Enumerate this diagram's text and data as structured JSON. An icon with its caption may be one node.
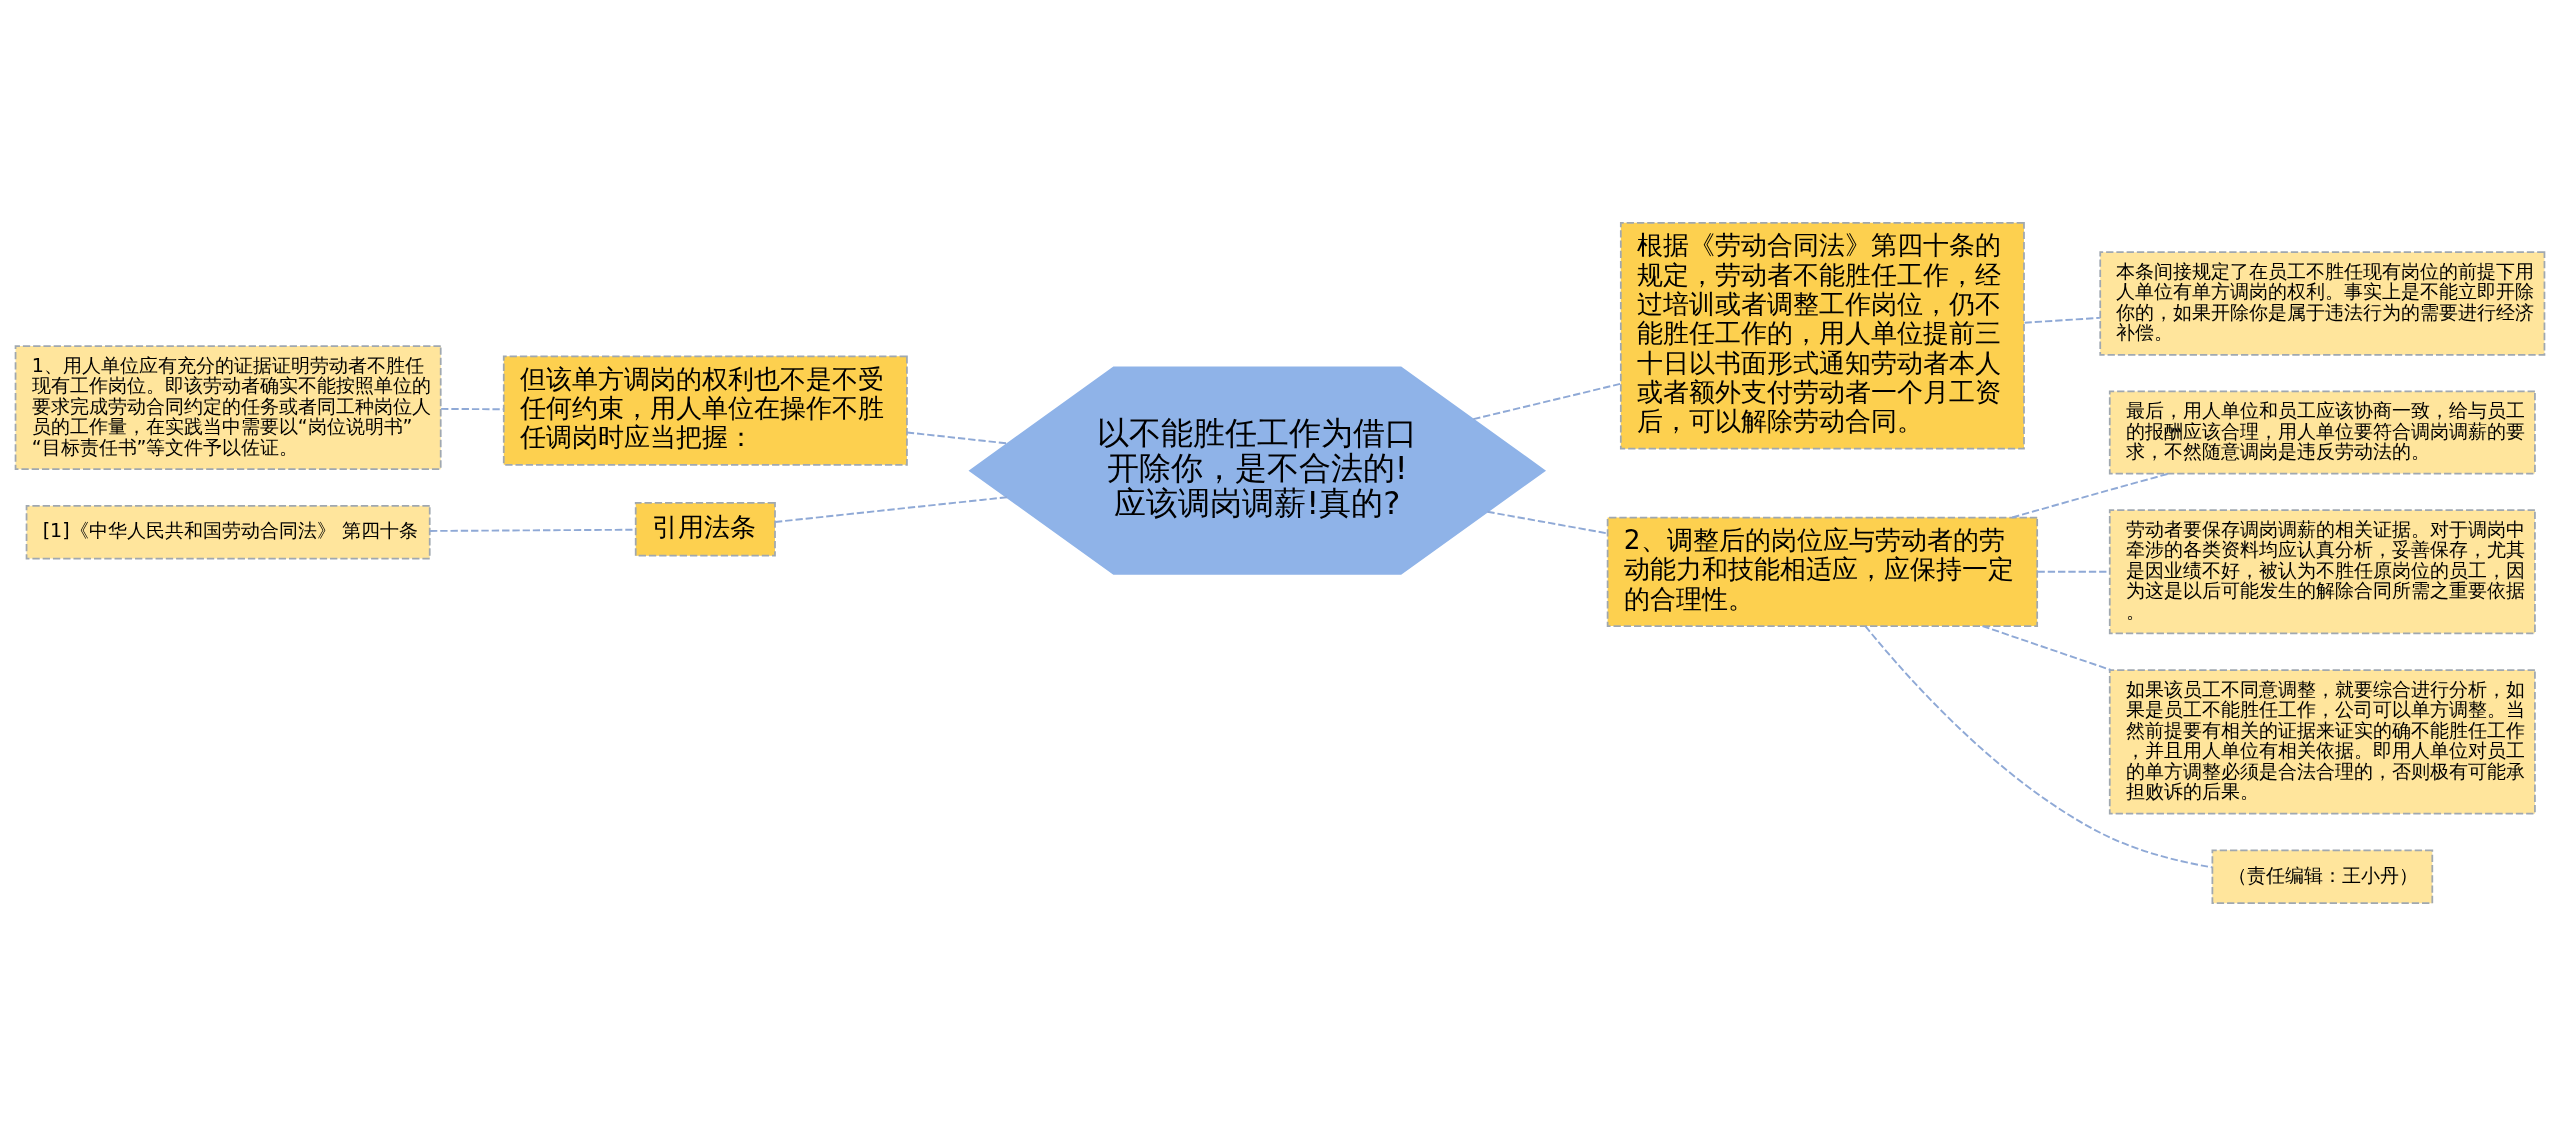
{
  "diagram": {
    "nodes": [
      {
        "text": [
          "以不能胜任工作为借口开除你，是不合法的!应该调岗调薪!真的?"
        ]
      },
      {
        "text": [
          "但该单方调岗的权利也不是不受任何约束，用人单位在操作不胜任调岗时应当把握："
        ]
      },
      {
        "text": [
          "1、用人单位应有充分的证据证明劳动者不胜任现有工作岗位。即该劳动者确实不能按照单位的要求完成劳动合同约定的任务或者同工种岗位人员的工作量，在实践当中需要以“岗位说明书”“目标责任书”等文件予以佐证。"
        ]
      },
      {
        "text": [
          "引用法条"
        ]
      },
      {
        "text": [
          "[1]《中华人民共和国劳动合同法》 第四十条"
        ]
      },
      {
        "text": [
          "根据《劳动合同法》第四十条的规定，劳动者不能胜任工作，经过培训或者调整工作岗位，仍不能胜任工作的，用人单位提前三十日以书面形式通知劳动者本人或者额外支付劳动者一个月工资后，可以解除劳动合同。"
        ]
      },
      {
        "text": [
          "本条间接规定了在员工不胜任现有岗位的前提下用人单位有单方调岗的权利。事实上是不能立即开除你的，如果开除你是属于违法行为的需要进行经济补偿。"
        ]
      },
      {
        "text": [
          "2、调整后的岗位应与劳动者的劳动能力和技能相适应，应保持一定的合理性。"
        ]
      },
      {
        "text": [
          "最后，用人单位和员工应该协商一致，给与员工的报酬应该合理，用人单位要符合调岗调薪的要求，不然随意调岗是违反劳动法的。"
        ]
      },
      {
        "text": [
          "劳动者要保存调岗调薪的相关证据。对于调岗中牵涉的各类资料均应认真分析，妥善保存，尤其是因业绩不好，被认为不胜任原岗位的员工，因为这是以后可能发生的解除合同所需之重要依据。"
        ]
      },
      {
        "text": [
          "如果该员工不同意调整，就要综合进行分析，如果是员工不能胜任工作，公司可以单方调整。当然前提要有相关的证据来证实的确不能胜任工作，并且用人单位有相关依据。即用人单位对员工的单方调整必须是合法合理的，否则极有可能承担败诉的后果。"
        ]
      },
      {
        "text": [
          "（责任编辑：王小丹）"
        ]
      }
    ],
    "edges": [
      {
        "from": 2,
        "to": 1,
        "arrow": "none",
        "style": "dashed"
      },
      {
        "from": 1,
        "to": 0,
        "arrow": "none",
        "style": "dashed"
      },
      {
        "from": 4,
        "to": 3,
        "arrow": "none",
        "style": "dashed"
      },
      {
        "from": 3,
        "to": 0,
        "arrow": "none",
        "style": "dashed"
      },
      {
        "from": 0,
        "to": 5,
        "arrow": "none",
        "style": "dashed"
      },
      {
        "from": 5,
        "to": 6,
        "arrow": "none",
        "style": "dashed"
      },
      {
        "from": 0,
        "to": 7,
        "arrow": "none",
        "style": "dashed"
      },
      {
        "from": 7,
        "to": 8,
        "arrow": "none",
        "style": "dashed"
      },
      {
        "from": 7,
        "to": 9,
        "arrow": "none",
        "style": "dashed"
      },
      {
        "from": 7,
        "to": 10,
        "arrow": "none",
        "style": "dashed"
      },
      {
        "from": 7,
        "to": 11,
        "arrow": "none",
        "style": "dashed"
      }
    ]
  }
}
